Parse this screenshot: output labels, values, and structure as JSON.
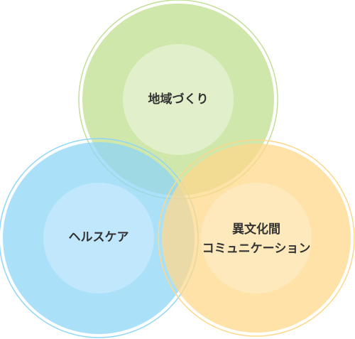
{
  "diagram": {
    "type": "venn",
    "circles": [
      {
        "id": "community",
        "label_lines": [
          "地域づくり"
        ],
        "fill": "#c8e39c",
        "inner_fill": "#e4f1cf",
        "stroke": "#c2df96"
      },
      {
        "id": "healthcare",
        "label_lines": [
          "ヘルスケア"
        ],
        "fill": "#8fd6f7",
        "inner_fill": "#c7eafb",
        "stroke": "#8fd6f7"
      },
      {
        "id": "intercultural",
        "label_lines": [
          "異文化間",
          "コミュニケーション"
        ],
        "fill": "#fdd88b",
        "inner_fill": "#feebc4",
        "stroke": "#fdd88b"
      }
    ]
  }
}
